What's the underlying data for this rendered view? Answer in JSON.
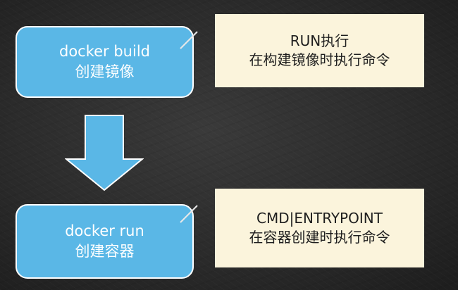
{
  "steps": {
    "build": {
      "command": "docker build",
      "caption": "创建镜像"
    },
    "run": {
      "command": "docker run",
      "caption": "创建容器"
    }
  },
  "notes": {
    "build": {
      "instruction": "RUN执行",
      "description": "在构建镜像时执行命令"
    },
    "run": {
      "instruction": "CMD|ENTRYPOINT",
      "description": "在容器创建时执行命令"
    }
  },
  "colors": {
    "step_fill": "#5ab7e6",
    "note_fill": "#fbf4dc",
    "arrow_fill": "#5ab7e6",
    "background": "#2b2b2b"
  }
}
